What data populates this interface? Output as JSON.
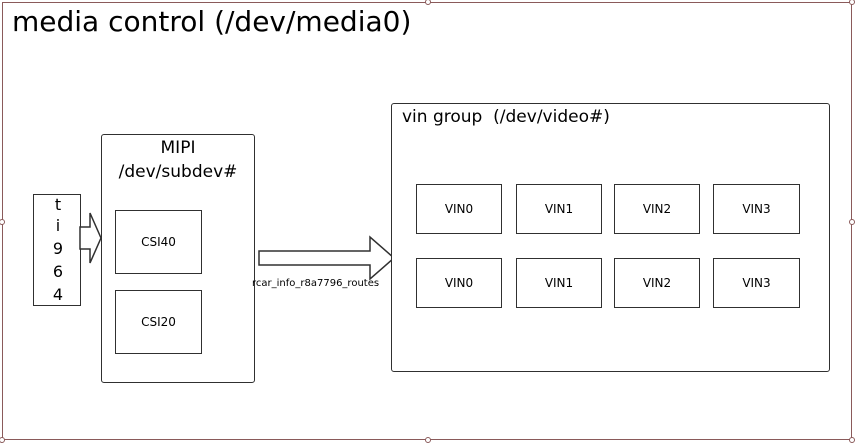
{
  "diagram": {
    "title": "media control (/dev/media0)",
    "chip": {
      "letters": [
        "t",
        "i",
        "9",
        "6",
        "4"
      ]
    },
    "mipi": {
      "title_line1": "MIPI",
      "title_line2": "/dev/subdev#",
      "csi_top": "CSI40",
      "csi_bottom": "CSI20"
    },
    "routes_label": "rcar_info_r8a7796_routes",
    "vin_group": {
      "title": "vin group  (/dev/video#)",
      "row1": [
        "VIN0",
        "VIN1",
        "VIN2",
        "VIN3"
      ],
      "row2": [
        "VIN0",
        "VIN1",
        "VIN2",
        "VIN3"
      ]
    }
  }
}
